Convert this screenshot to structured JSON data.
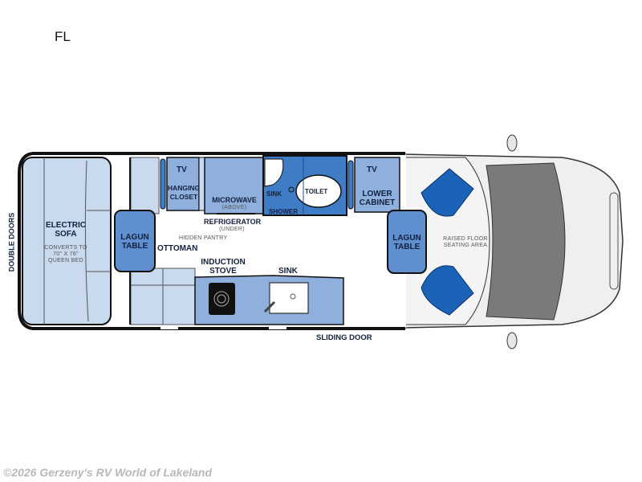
{
  "title": "FL",
  "labels": {
    "double_doors": "DOUBLE DOORS",
    "electric_sofa": "ELECTRIC SOFA",
    "sofa_note": "CONVERTS TO 70\" X 76\" QUEEN BED",
    "sofa_note_l1": "CONVERTS TO",
    "sofa_note_l2": "70\" X 76\"",
    "sofa_note_l3": "QUEEN BED",
    "electric": "ELECTRIC",
    "sofa": "SOFA",
    "lagun_table_rear_l1": "LAGUN",
    "lagun_table_rear_l2": "TABLE",
    "tv_rear": "TV",
    "hanging_closet_l1": "HANGING",
    "hanging_closet_l2": "CLOSET",
    "microwave": "MICROWAVE",
    "microwave_note": "(ABOVE)",
    "refrigerator": "REFRIGERATOR",
    "refrigerator_note": "(UNDER)",
    "hidden_pantry": "HIDDEN PANTRY",
    "ottoman": "OTTOMAN",
    "sink_bath": "SINK",
    "shower": "SHOWER",
    "toilet": "TOILET",
    "tv_front": "TV",
    "lower_cabinet_l1": "LOWER",
    "lower_cabinet_l2": "CABINET",
    "lagun_table_front_l1": "LAGUN",
    "lagun_table_front_l2": "TABLE",
    "raised_floor_l1": "RAISED FLOOR",
    "raised_floor_l2": "SEATING AREA",
    "induction_stove_l1": "INDUCTION",
    "induction_stove_l2": "STOVE",
    "sink_kitchen": "SINK",
    "sliding_door": "SLIDING DOOR"
  },
  "watermark": "©2026 Gerzeny's RV World of Lakeland",
  "colors": {
    "wall": "#111111",
    "light_blue": "#c9d9ee",
    "mid_blue": "#8fb0dc",
    "table_blue": "#5f8fcf",
    "bath_blue": "#3f7cc6",
    "seat_blue": "#1a63b8",
    "cab_gray": "#efefef",
    "windshield": "#7a7a7a"
  }
}
